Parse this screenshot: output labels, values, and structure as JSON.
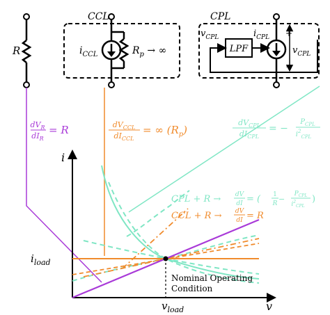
{
  "colors": {
    "black": "#000000",
    "resistor": "#a93ad8",
    "ccl": "#f08b2c",
    "cpl": "#7fe6c4"
  },
  "circuits": {
    "resistor": {
      "label_main": "R"
    },
    "ccl": {
      "title": "CCL",
      "source_label_main": "i",
      "source_label_sub": "CCL",
      "rp_main": "R",
      "rp_sub": "p",
      "rp_suffix": " → ∞"
    },
    "cpl": {
      "title": "CPL",
      "v_in_main": "v",
      "v_in_sub": "CPL",
      "lpf": "LPF",
      "i_main": "i",
      "i_sub": "CPL",
      "v_out_main": "v",
      "v_out_sub": "CPL",
      "plus": "+",
      "minus": "−"
    }
  },
  "equations": {
    "resistor": {
      "num": "dV",
      "num_sub": "R",
      "den": "dI",
      "den_sub": "R",
      "rhs": "= R"
    },
    "ccl": {
      "num": "dV",
      "num_sub": "CCL",
      "den": "dI",
      "den_sub": "CCL",
      "rhs": "= ∞ (R",
      "rhs_sub": "p",
      "rhs_end": ")"
    },
    "cpl": {
      "num": "dV",
      "num_sub": "CPL",
      "den": "dI",
      "den_sub": "CPL",
      "rhs": "= −",
      "p_num": "P",
      "p_num_sub": "CPL",
      "p_den": "i",
      "p_den_sub": "CPL",
      "p_den_sup": "2"
    }
  },
  "annotations": {
    "cpl_r": {
      "lhs": "CPL + R → ",
      "frac_num": "dV",
      "frac_den": "dI",
      "rhs": " = (",
      "one": "1",
      "r": "R",
      "minus": " − ",
      "p": "P",
      "p_sub": "CPL",
      "i": "i",
      "i_sub": "CPL",
      "i_sup": "2",
      "close": ")"
    },
    "ccl_r": {
      "lhs": "CCL + R → ",
      "frac_num": "dV",
      "frac_den": "dI",
      "rhs": " = R"
    }
  },
  "axes": {
    "y_label": "i",
    "x_label": "v",
    "i_load_main": "i",
    "i_load_sub": "load",
    "v_load_main": "v",
    "v_load_sub": "load",
    "nominal_line1": "Nominal Operating",
    "nominal_line2": "Condition"
  }
}
